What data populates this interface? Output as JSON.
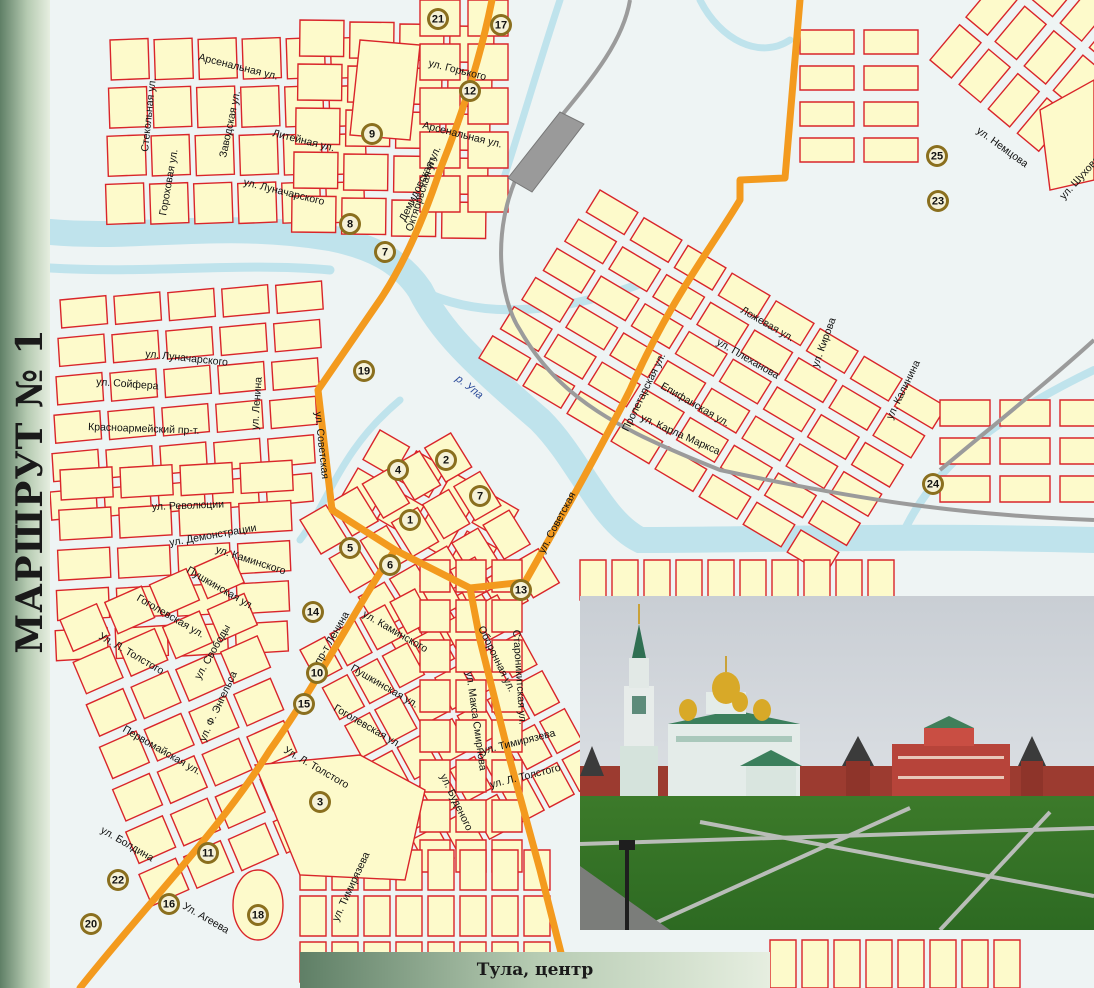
{
  "route_title": "МАРШРУТ № 1",
  "caption": "Тула, центр",
  "colors": {
    "block_fill": "#fdfacb",
    "block_stroke": "#d9252a",
    "route": "#f39a1e",
    "river": "#bfe3ec",
    "railway": "#9b9b9b",
    "marker_ring": "#8a6f1e",
    "background": "#eef4f4"
  },
  "river_label": "р. Упа",
  "streets": [
    {
      "name": "ул. Горького"
    },
    {
      "name": "Арсенальная ул."
    },
    {
      "name": "Арсенальная ул."
    },
    {
      "name": "Литейная ул."
    },
    {
      "name": "Демидовская ул."
    },
    {
      "name": "Октябрьская ул."
    },
    {
      "name": "Стекольная ул."
    },
    {
      "name": "Заводская ул."
    },
    {
      "name": "Гороховая ул."
    },
    {
      "name": "ул. Луначарского"
    },
    {
      "name": "ул. Луначарского"
    },
    {
      "name": "ул. Сойфера"
    },
    {
      "name": "ул. Ленина"
    },
    {
      "name": "Красноармейский пр-т."
    },
    {
      "name": "ул. Советская"
    },
    {
      "name": "ул. Революции"
    },
    {
      "name": "ул. Демонстрации"
    },
    {
      "name": "ул. Каминского"
    },
    {
      "name": "Пушкинская ул."
    },
    {
      "name": "Гоголевская ул."
    },
    {
      "name": "ул. Свободы"
    },
    {
      "name": "Ул. Л. Толстого"
    },
    {
      "name": "ул. Ф. Энгельса"
    },
    {
      "name": "пр-т Ленина"
    },
    {
      "name": "ул. Каминского"
    },
    {
      "name": "Пушкинская ул."
    },
    {
      "name": "Гоголевская ул."
    },
    {
      "name": "Ул. Л. Толстого"
    },
    {
      "name": "Первомайская ул."
    },
    {
      "name": "ул. Болдина"
    },
    {
      "name": "Ул. Агеева"
    },
    {
      "name": "ул. Тимирязева"
    },
    {
      "name": "ул. Буденого"
    },
    {
      "name": "ул. Макса Смирнова"
    },
    {
      "name": "Оборонная ул."
    },
    {
      "name": "Староникитская ул."
    },
    {
      "name": "ул. Тимирязева"
    },
    {
      "name": "ул. Л. Толстого"
    },
    {
      "name": "ул. Советская"
    },
    {
      "name": "Пролетарская ул."
    },
    {
      "name": "Ложевая ул."
    },
    {
      "name": "ул. Плеханова"
    },
    {
      "name": "ул. Кирова"
    },
    {
      "name": "Епифанская ул."
    },
    {
      "name": "ул. Карла Маркса"
    },
    {
      "name": "ул. Калинина"
    },
    {
      "name": "ул. Немцова"
    },
    {
      "name": "ул. Шухова"
    }
  ],
  "markers": [
    {
      "label": "1"
    },
    {
      "label": "2"
    },
    {
      "label": "3"
    },
    {
      "label": "4"
    },
    {
      "label": "5"
    },
    {
      "label": "6"
    },
    {
      "label": "7"
    },
    {
      "label": "7"
    },
    {
      "label": "8"
    },
    {
      "label": "9"
    },
    {
      "label": "10"
    },
    {
      "label": "11"
    },
    {
      "label": "12"
    },
    {
      "label": "13"
    },
    {
      "label": "14"
    },
    {
      "label": "15"
    },
    {
      "label": "16"
    },
    {
      "label": "17"
    },
    {
      "label": "18"
    },
    {
      "label": "19"
    },
    {
      "label": "20"
    },
    {
      "label": "21"
    },
    {
      "label": "22"
    },
    {
      "label": "23"
    },
    {
      "label": "24"
    },
    {
      "label": "25"
    }
  ]
}
